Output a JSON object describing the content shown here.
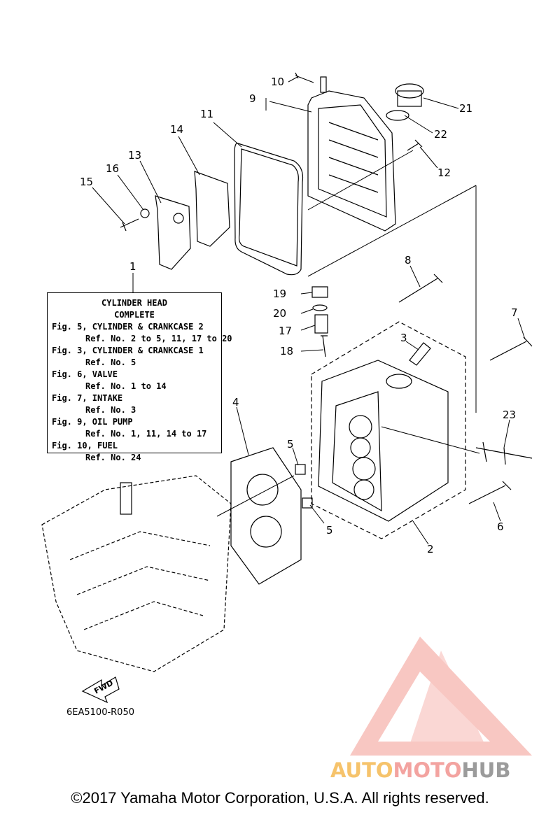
{
  "diagram": {
    "part_code": "6EA5100-R050",
    "fwd_label": "FWD",
    "copyright": "©2017 Yamaha Motor Corporation, U.S.A. All rights reserved.",
    "watermark": {
      "part1": "AUTO",
      "part2": "MOTO",
      "part3": "HUB"
    },
    "info_box": {
      "title_line1": "CYLINDER HEAD",
      "title_line2": "COMPLETE",
      "lines": [
        {
          "text": "Fig. 5, CYLINDER & CRANKCASE 2",
          "indent": false
        },
        {
          "text": "Ref. No. 2 to 5, 11, 17 to 20",
          "indent": true
        },
        {
          "text": "Fig. 3, CYLINDER & CRANKCASE 1",
          "indent": false
        },
        {
          "text": "Ref. No. 5",
          "indent": true
        },
        {
          "text": "Fig. 6, VALVE",
          "indent": false
        },
        {
          "text": "Ref. No. 1 to 14",
          "indent": true
        },
        {
          "text": "Fig. 7, INTAKE",
          "indent": false
        },
        {
          "text": "Ref. No. 3",
          "indent": true
        },
        {
          "text": "Fig. 9, OIL PUMP",
          "indent": false
        },
        {
          "text": "Ref. No. 1, 11, 14 to 17",
          "indent": true
        },
        {
          "text": "Fig. 10, FUEL",
          "indent": false
        },
        {
          "text": "Ref. No. 24",
          "indent": true
        }
      ]
    },
    "callouts": [
      "1",
      "2",
      "3",
      "4",
      "5",
      "5",
      "6",
      "7",
      "8",
      "9",
      "10",
      "11",
      "12",
      "13",
      "14",
      "15",
      "16",
      "17",
      "18",
      "19",
      "20",
      "21",
      "22",
      "23"
    ]
  }
}
